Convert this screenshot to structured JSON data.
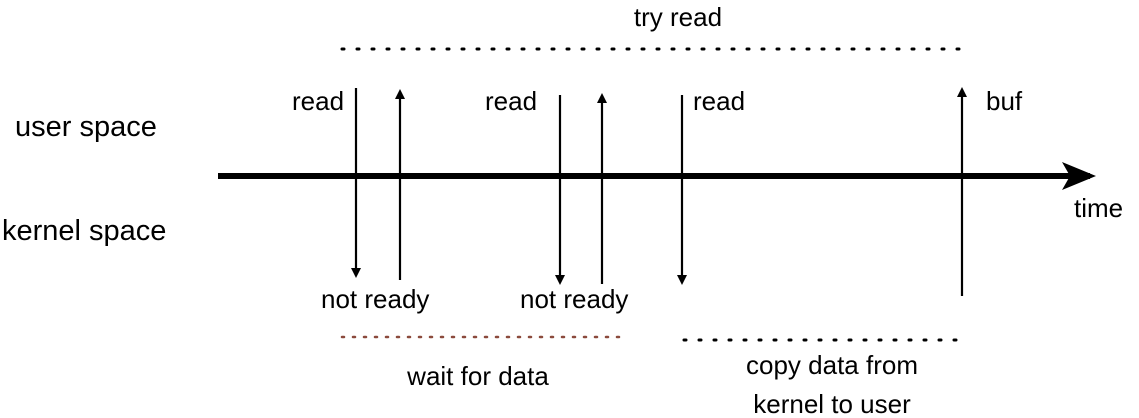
{
  "labels": {
    "try_read": "try read",
    "user_space": "user space",
    "kernel_space": "kernel space",
    "time": "time",
    "read_1": "read",
    "read_2": "read",
    "read_3": "read",
    "buf": "buf",
    "not_ready_1": "not ready",
    "not_ready_2": "not ready",
    "wait_for_data": "wait for data",
    "copy_line1": "copy data from",
    "copy_line2": "kernel to user"
  },
  "colors": {
    "ink": "#000000",
    "wait_dots": "#8b4a3c"
  }
}
